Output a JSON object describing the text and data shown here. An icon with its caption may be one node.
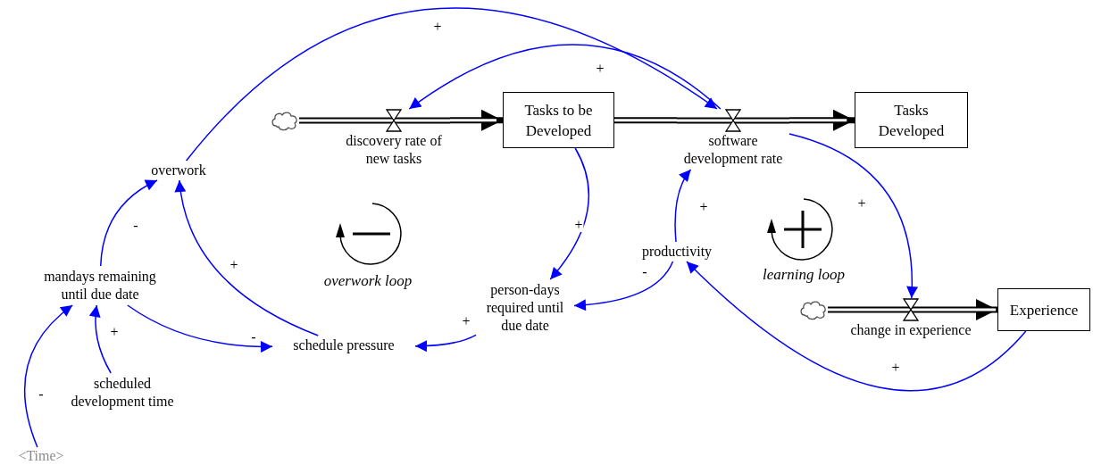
{
  "diagram": {
    "nodes": [
      {
        "text": [],
        "shape": "cloud"
      },
      {
        "text": [
          "discovery rate of new tasks"
        ]
      },
      {
        "text": [
          "Tasks to be Developed"
        ]
      },
      {
        "text": [
          "software development rate"
        ]
      },
      {
        "text": [
          "Tasks Developed"
        ]
      },
      {
        "text": [
          "overwork"
        ]
      },
      {
        "text": [
          "mandays remaining until due date"
        ]
      },
      {
        "text": [
          "scheduled development time"
        ]
      },
      {
        "text": [
          "<Time>"
        ]
      },
      {
        "text": [
          "schedule pressure"
        ]
      },
      {
        "text": [
          "person-days required until due date"
        ]
      },
      {
        "text": [
          "productivity"
        ]
      },
      {
        "text": [],
        "shape": "cloud"
      },
      {
        "text": [
          "change in experience"
        ]
      },
      {
        "text": [
          "Experience"
        ]
      }
    ],
    "edges": [
      {
        "from": 0,
        "to": 1,
        "arrow": "none",
        "style": "thick",
        "color": "#000000"
      },
      {
        "from": 1,
        "to": 2,
        "arrow": "to",
        "style": "thick",
        "color": "#000000"
      },
      {
        "from": 2,
        "to": 3,
        "arrow": "none",
        "style": "thick",
        "color": "#000000"
      },
      {
        "from": 3,
        "to": 4,
        "arrow": "to",
        "style": "thick",
        "color": "#000000"
      },
      {
        "from": 12,
        "to": 13,
        "arrow": "none",
        "style": "thick",
        "color": "#000000"
      },
      {
        "from": 13,
        "to": 14,
        "arrow": "to",
        "style": "thick",
        "color": "#000000"
      },
      {
        "from": 5,
        "to": 3,
        "arrow": "to",
        "label": "+"
      },
      {
        "from": 3,
        "to": 1,
        "arrow": "to",
        "label": "+"
      },
      {
        "from": 2,
        "to": 10,
        "arrow": "to",
        "label": "+"
      },
      {
        "from": 3,
        "to": 13,
        "arrow": "to",
        "label": "+"
      },
      {
        "from": 11,
        "to": 3,
        "arrow": "to",
        "label": "+"
      },
      {
        "from": 11,
        "to": 10,
        "arrow": "to",
        "label": "-"
      },
      {
        "from": 14,
        "to": 11,
        "arrow": "to",
        "label": "+"
      },
      {
        "from": 10,
        "to": 9,
        "arrow": "to",
        "label": "+"
      },
      {
        "from": 9,
        "to": 5,
        "arrow": "to",
        "label": "+"
      },
      {
        "from": 6,
        "to": 5,
        "arrow": "to",
        "label": "-"
      },
      {
        "from": 6,
        "to": 9,
        "arrow": "to",
        "label": "-"
      },
      {
        "from": 7,
        "to": 6,
        "arrow": "to",
        "label": "+"
      },
      {
        "from": 8,
        "to": 6,
        "arrow": "to",
        "label": "-"
      }
    ],
    "labels": [
      "overwork loop",
      "learning loop"
    ]
  }
}
